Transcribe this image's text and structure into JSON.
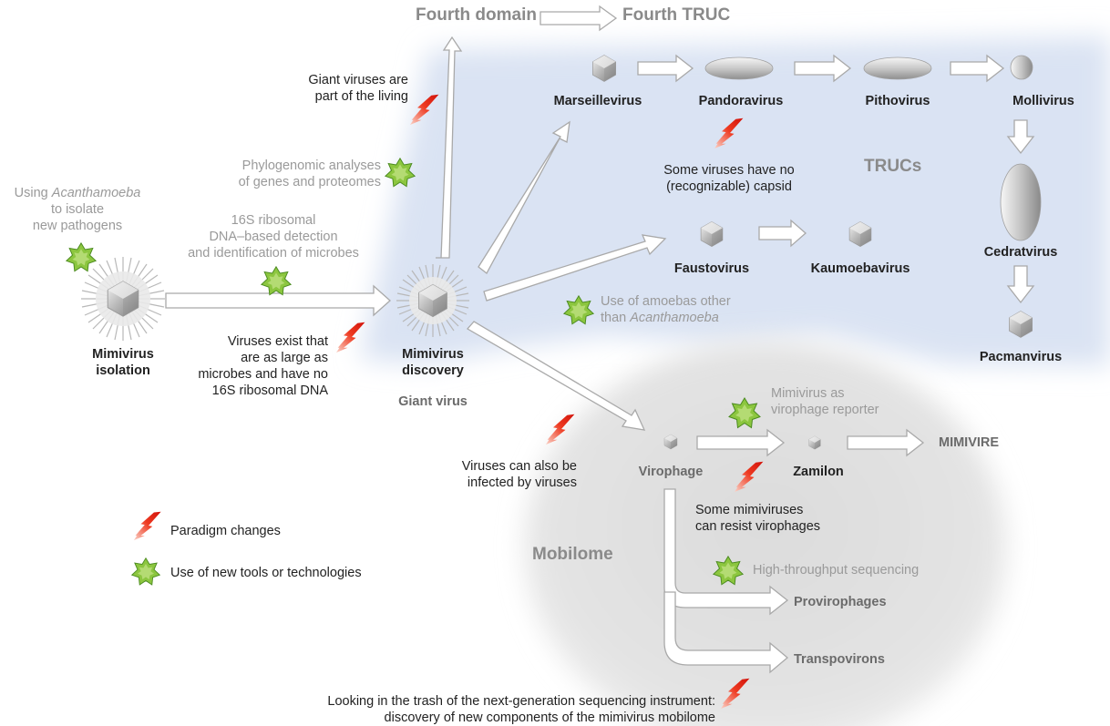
{
  "title": {
    "left": "Fourth domain",
    "right": "Fourth TRUC"
  },
  "regions": {
    "trucs": "TRUCs",
    "mobilome": "Mobilome"
  },
  "nodes": {
    "mimivirus_isolation": [
      "Mimivirus",
      "isolation"
    ],
    "mimivirus_discovery": [
      "Mimivirus",
      "discovery"
    ],
    "giant_virus": "Giant virus",
    "marseillevirus": "Marseillevirus",
    "pandoravirus": "Pandoravirus",
    "pithovirus": "Pithovirus",
    "mollivirus": "Mollivirus",
    "cedratvirus": "Cedratvirus",
    "pacmanvirus": "Pacmanvirus",
    "faustovirus": "Faustovirus",
    "kaumoebavirus": "Kaumoebavirus",
    "virophage": "Virophage",
    "zamilon": "Zamilon",
    "mimivire": "MIMIVIRE",
    "provirophages": "Provirophages",
    "transpovirons": "Transpovirons"
  },
  "annotations": {
    "acanthamoeba": [
      "Using ",
      "Acanthamoeba",
      "to isolate",
      "new pathogens"
    ],
    "ribosomal": [
      "16S ribosomal",
      "DNA–based detection",
      "and identification of microbes"
    ],
    "viruses_large": [
      "Viruses exist that",
      "are as large as",
      "microbes and have no",
      "16S ribosomal DNA"
    ],
    "giant_living": [
      "Giant viruses are",
      "part of the living"
    ],
    "phylogenomic": [
      "Phylogenomic analyses",
      "of genes and proteomes"
    ],
    "no_capsid": [
      "Some viruses have no",
      "(recognizable) capsid"
    ],
    "other_amoebas": [
      "Use of amoebas other",
      "than ",
      "Acanthamoeba"
    ],
    "reporter": [
      "Mimivirus as",
      "virophage reporter"
    ],
    "infected": [
      "Viruses can also be",
      "infected by viruses"
    ],
    "resist": [
      "Some mimiviruses",
      "can resist virophages"
    ],
    "hts": "High-throughput sequencing",
    "trash": [
      "Looking in the trash of the next-generation sequencing instrument:",
      "discovery of new components of the mimivirus mobilome"
    ]
  },
  "legend": {
    "paradigm": "Paradigm changes",
    "tools": "Use of new tools or technologies"
  },
  "colors": {
    "trucs_bg": "#dbe4f4",
    "mobilome_bg": "#e4e4e4",
    "star": "#8cc63f",
    "bolt": "#e8321e",
    "arrow_stroke": "#a8a8a8"
  }
}
